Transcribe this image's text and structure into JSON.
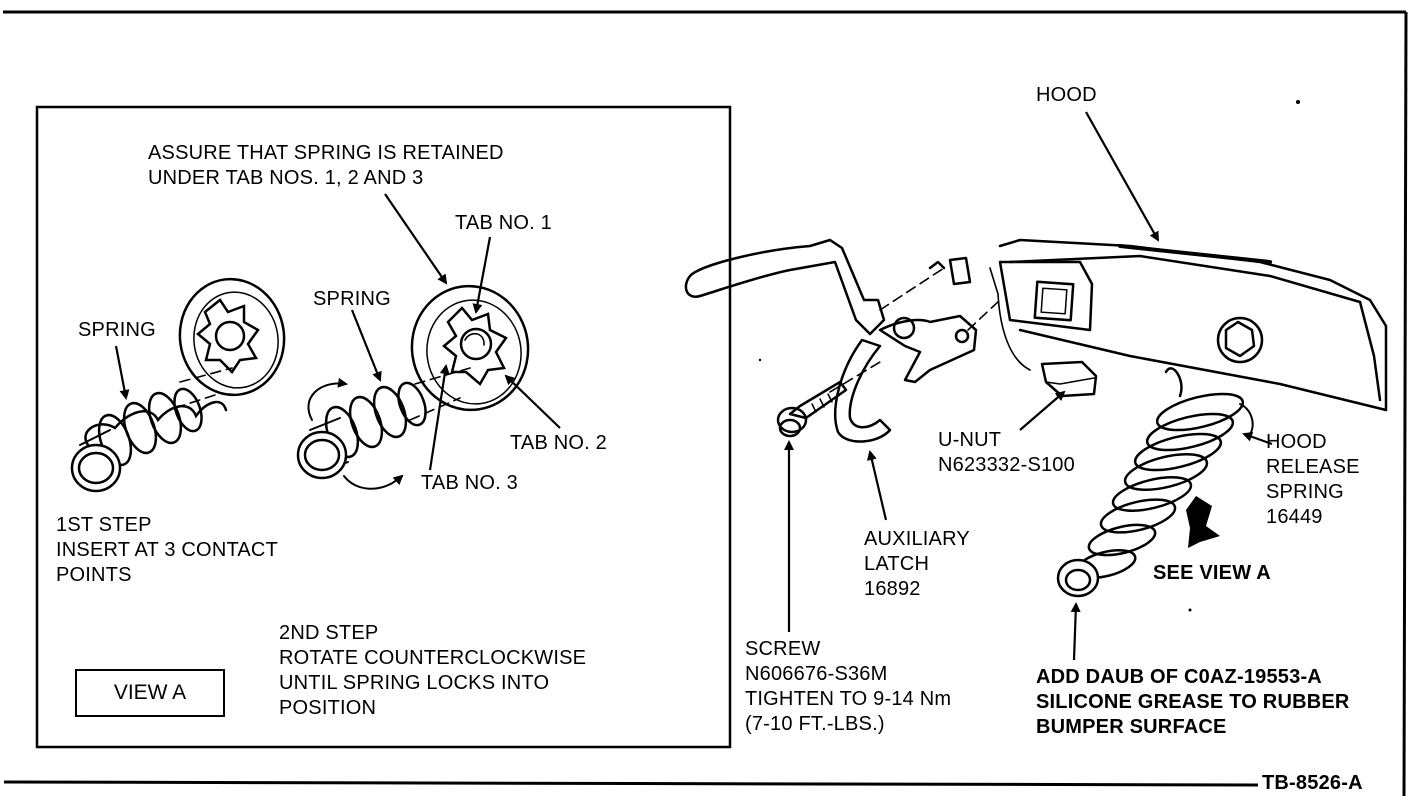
{
  "view_a": {
    "note_spring_retained": [
      "ASSURE THAT SPRING IS RETAINED",
      "UNDER TAB NOS. 1, 2 AND 3"
    ],
    "tab1": "TAB NO. 1",
    "tab2": "TAB NO. 2",
    "tab3": "TAB NO. 3",
    "spring_left": "SPRING",
    "spring_right": "SPRING",
    "step1": [
      "1ST STEP",
      "INSERT AT 3 CONTACT",
      "POINTS"
    ],
    "step2": [
      "2ND STEP",
      "ROTATE COUNTERCLOCKWISE",
      "UNTIL SPRING LOCKS INTO",
      "POSITION"
    ],
    "box_label": "VIEW A"
  },
  "main": {
    "hood": "HOOD",
    "unut": [
      "U-NUT",
      "N623332-S100"
    ],
    "hood_release_spring": [
      "HOOD",
      "RELEASE",
      "SPRING",
      "16449"
    ],
    "auxiliary_latch": [
      "AUXILIARY",
      "LATCH",
      "16892"
    ],
    "see_view_a": "SEE VIEW A",
    "screw": [
      "SCREW",
      "N606676-S36M",
      "TIGHTEN TO 9-14 Nm",
      "(7-10 FT.-LBS.)"
    ],
    "grease_note": [
      "ADD DAUB OF C0AZ-19553-A",
      "SILICONE GREASE TO RUBBER",
      "BUMPER SURFACE"
    ]
  },
  "figure_id": "TB-8526-A"
}
